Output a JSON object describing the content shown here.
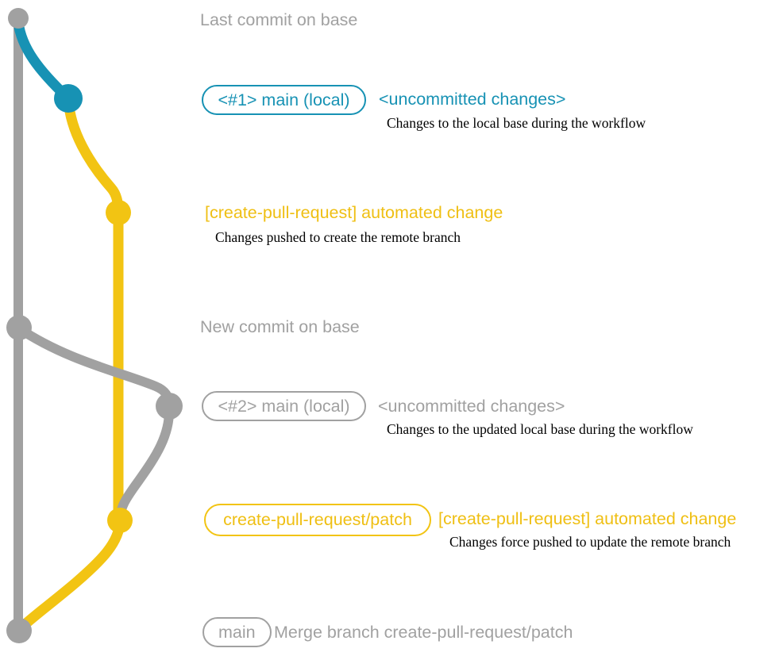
{
  "colors": {
    "gray": "#a1a1a1",
    "blue": "#1792b4",
    "yellow": "#f2c413",
    "yellow_text": "#efbf13",
    "desc": "#000000"
  },
  "graph": {
    "branches": [
      {
        "name": "base",
        "color_key": "gray"
      },
      {
        "name": "main-local",
        "color_key": "blue"
      },
      {
        "name": "create-pull-request/patch",
        "color_key": "yellow"
      }
    ],
    "commit_dots": [
      {
        "name": "last-commit-on-base",
        "branch": "base"
      },
      {
        "name": "uncommitted-changes-1",
        "branch": "main-local"
      },
      {
        "name": "automated-change-1",
        "branch": "create-pull-request/patch"
      },
      {
        "name": "new-commit-on-base",
        "branch": "base"
      },
      {
        "name": "uncommitted-changes-2",
        "branch": "main-local"
      },
      {
        "name": "automated-change-2",
        "branch": "create-pull-request/patch"
      },
      {
        "name": "merge-commit",
        "branch": "base"
      }
    ]
  },
  "annotations": {
    "last_commit_label": "Last commit on base",
    "commit1": {
      "badge": "<#1> main (local)",
      "title": "<uncommitted changes>",
      "desc": "Changes to the local base during the workflow"
    },
    "commit2": {
      "title": "[create-pull-request] automated change",
      "desc": "Changes pushed to create the remote branch"
    },
    "new_commit_label": "New commit on base",
    "commit3": {
      "badge": "<#2> main (local)",
      "title": "<uncommitted changes>",
      "desc": "Changes to the updated local base during the workflow"
    },
    "commit4": {
      "badge": "create-pull-request/patch",
      "title": "[create-pull-request] automated change",
      "desc": "Changes force pushed to update the remote branch"
    },
    "merge": {
      "badge": "main",
      "label": "Merge branch create-pull-request/patch"
    }
  }
}
